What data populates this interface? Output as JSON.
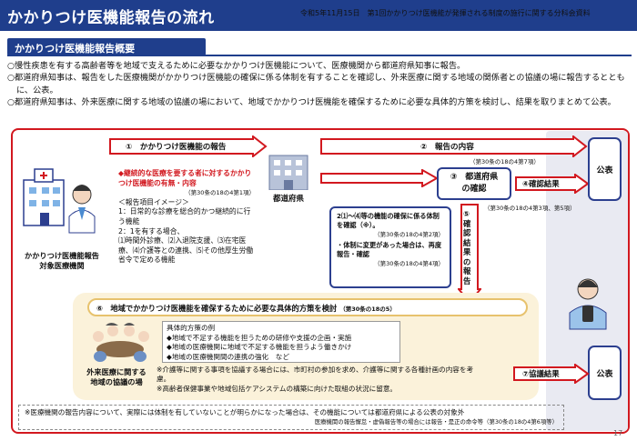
{
  "header": {
    "title": "かかりつけ医機能報告の流れ",
    "meta": "令和5年11月15日　第1回かかりつけ医機能が発揮される制度の施行に関する分科会資料"
  },
  "overview": {
    "heading": "かかりつけ医機能報告概要",
    "bullets": [
      "○慢性疾患を有する高齢者等を地域で支えるために必要なかかりつけ医機能について、医療機関から都道府県知事に報告。",
      "○都道府県知事は、報告をした医療機関がかかりつけ医機能の確保に係る体制を有することを確認し、外来医療に関する地域の関係者との協議の場に報告するとともに、公表。",
      "○都道府県知事は、外来医療に関する地域の協議の場において、地域でかかりつけ医機能を確保するために必要な具体的方策を検討し、結果を取りまとめて公表。"
    ]
  },
  "flow": {
    "institution_label": "かかりつけ医機能報告\n対象医療機関",
    "prefecture_label": "都道府県",
    "consult_label": "外来医療に関する\n地域の協議の場",
    "step1": "①　かかりつけ医機能の報告",
    "step2": "②　報告の内容",
    "step2_ref": "（第30条の18の4第7項）",
    "step3": "③　都道府県\nの確認",
    "step4": "④確認結果",
    "step4_ref": "（第30条の18の4第3項、第5項）",
    "step5": "⑤確認結果の報告",
    "step6": "⑥　地域でかかりつけ医機能を確保するために必要な具体的方策を検討",
    "step6_ref": "（第30条の18の5）",
    "step7": "⑦協議結果",
    "publish": "公表",
    "report_items": {
      "heading": "◆継続的な医療を要する者に対するかかりつけ医機能の有無・内容",
      "ref": "（第30条の18の4第1項）",
      "image_label": "＜報告項目イメージ＞",
      "item1": "1：日常的な診療を総合的かつ継続的に行う機能",
      "item2": "2：1を有する場合、",
      "item2_detail": "⑴時間外診療、⑵入退院支援、⑶在宅医療、⑷介護等との連携、⑸その他厚生労働省令で定める機能"
    },
    "confirm_box": {
      "line1": "2⑴～⑷等の機能の確保に係る体制を確認（※）。",
      "ref1": "（第30条の18の4第2項）",
      "line2": "・体制に変更があった場合は、再度報告・確認",
      "ref2": "（第30条の18の4第4項）"
    },
    "measures": {
      "heading": "具体的方策の例",
      "items": [
        "◆地域で不足する機能を担うための研修や支援の企画・実施",
        "◆地域の医療機関に地域で不足する機能を担うよう働きかけ",
        "◆地域の医療機関間の連携の強化　など"
      ]
    },
    "notes": [
      "※介護等に関する事項を協議する場合には、市町村の参加を求め、介護等に関する各種計画の内容を考慮。",
      "※高齢者保健事業や地域包括ケアシステムの構築に向けた取組の状況に留意。"
    ],
    "footer_note1": "※医療機関の報告内容について、実際には体制を有していないことが明らかになった場合は、その機能については都道府県による公表の対象外",
    "footer_note2": "医療機関の報告懈怠・虚偽報告等の場合には報告・是正の命令等（第30条の18の4第6項等）"
  },
  "page_number": "17"
}
